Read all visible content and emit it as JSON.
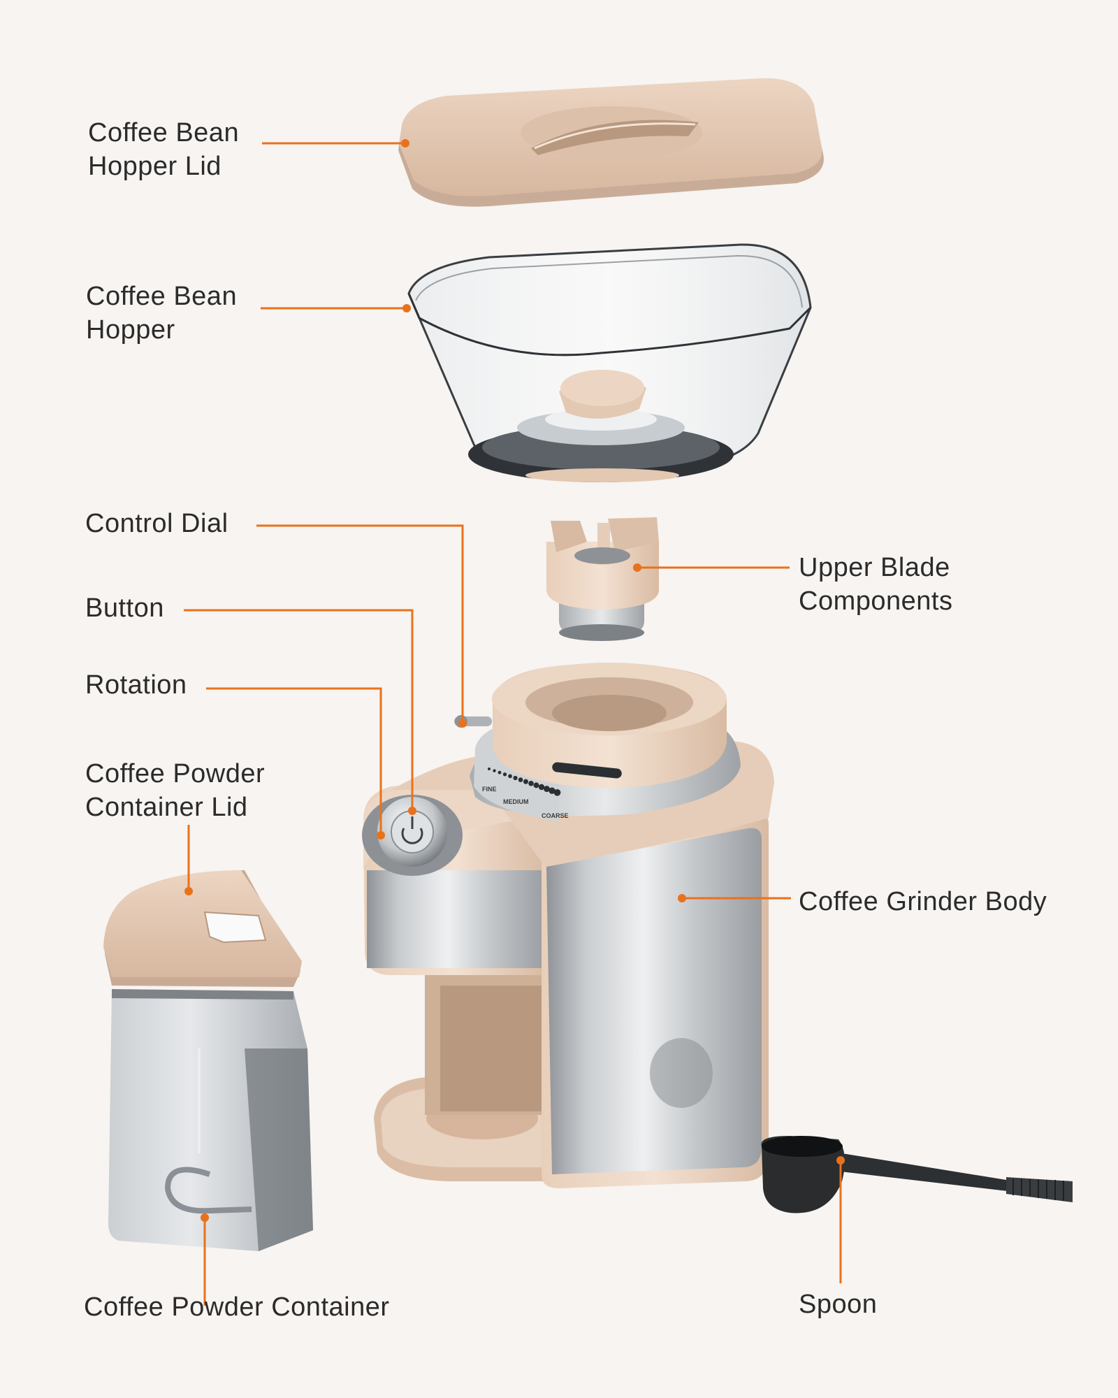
{
  "accent_color": "#e8721c",
  "callouts": {
    "hopper_lid": "Coffee Bean\nHopper Lid",
    "hopper": "Coffee Bean\nHopper",
    "control_dial": "Control Dial",
    "button": "Button",
    "rotation": "Rotation",
    "powder_lid": "Coffee Powder\nContainer Lid",
    "powder_container": "Coffee Powder Container",
    "upper_blade": "Upper Blade\nComponents",
    "grinder_body": "Coffee Grinder Body",
    "spoon": "Spoon"
  },
  "dial_scale": {
    "medium": "MEDIUM",
    "coarse": "COARSE",
    "fine": "FINE"
  }
}
